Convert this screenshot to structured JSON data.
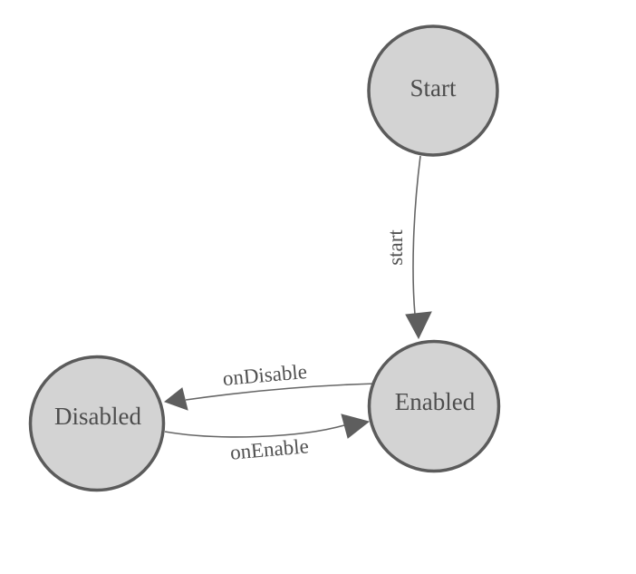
{
  "diagram": {
    "type": "state-machine",
    "background_color": "#ffffff",
    "colors": {
      "node_fill": "#d3d3d3",
      "node_stroke": "#5b5b5b",
      "edge_line": "#666666",
      "arrowhead_fill": "#5e5e5e",
      "label_text": "#4d4d4d"
    },
    "nodes": [
      {
        "id": "start",
        "label": "Start"
      },
      {
        "id": "enabled",
        "label": "Enabled"
      },
      {
        "id": "disabled",
        "label": "Disabled"
      }
    ],
    "edges": [
      {
        "from": "Start",
        "to": "Enabled",
        "label": "start"
      },
      {
        "from": "Enabled",
        "to": "Disabled",
        "label": "onDisable"
      },
      {
        "from": "Disabled",
        "to": "Enabled",
        "label": "onEnable"
      }
    ]
  }
}
